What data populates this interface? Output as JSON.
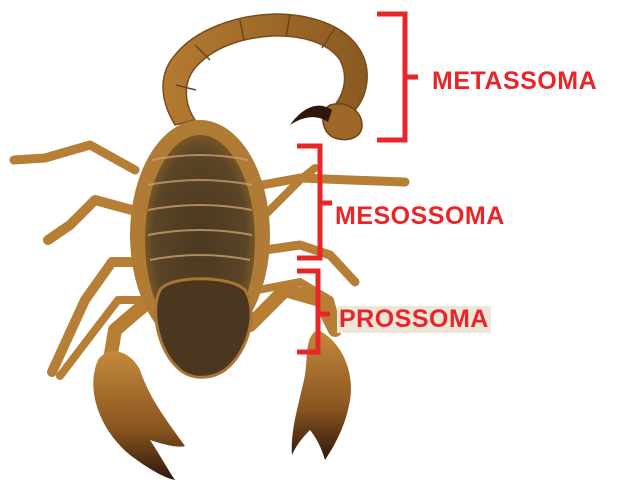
{
  "labels": {
    "metassoma": "METASSOMA",
    "mesossoma": "MESOSSOMA",
    "prossoma": "PROSSOMA"
  },
  "colors": {
    "label": "#e8262a",
    "bracket": "#e8262a",
    "body_light": "#c9923f",
    "body_mid": "#a8732c",
    "body_dark": "#3e2f1a",
    "stinger": "#3a1f10"
  },
  "icons": {
    "main_image": "scorpion-illustration"
  }
}
